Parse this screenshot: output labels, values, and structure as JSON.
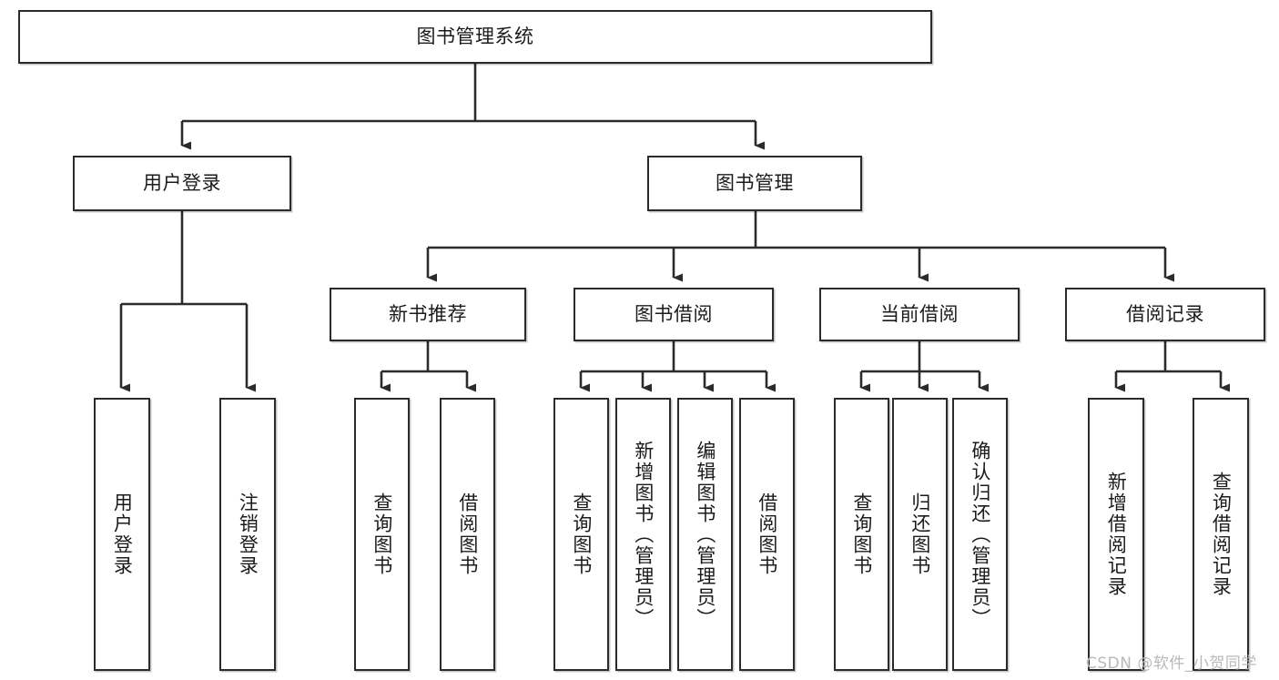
{
  "diagram": {
    "title": "图书管理系统",
    "type": "tree-hierarchy",
    "orientation": "top-down",
    "watermark": "CSDN @软件_小贺同学",
    "colors": {
      "box_border": "#2b2b2b",
      "box_fill": "#ffffff",
      "edge": "#2b2b2b",
      "text": "#1b1b1b",
      "watermark": "#b9b9b9",
      "background": "#ffffff"
    }
  },
  "nodes": {
    "root": {
      "label": "图书管理系统"
    },
    "level1": [
      {
        "label": "用户登录"
      },
      {
        "label": "图书管理"
      }
    ],
    "level2": [
      {
        "label": "新书推荐"
      },
      {
        "label": "图书借阅"
      },
      {
        "label": "当前借阅"
      },
      {
        "label": "借阅记录"
      }
    ],
    "leaves": {
      "user_login": [
        {
          "label": "用户登录"
        },
        {
          "label": "注销登录"
        }
      ],
      "new_book_recommend": [
        {
          "label": "查询图书"
        },
        {
          "label": "借阅图书"
        }
      ],
      "book_borrow": [
        {
          "label": "查询图书"
        },
        {
          "label": "新增图书（管理员）"
        },
        {
          "label": "编辑图书（管理员）"
        },
        {
          "label": "借阅图书"
        }
      ],
      "current_borrow": [
        {
          "label": "查询图书"
        },
        {
          "label": "归还图书"
        },
        {
          "label": "确认归还（管理员）"
        }
      ],
      "borrow_record": [
        {
          "label": "新增借阅记录"
        },
        {
          "label": "查询借阅记录"
        }
      ]
    }
  }
}
